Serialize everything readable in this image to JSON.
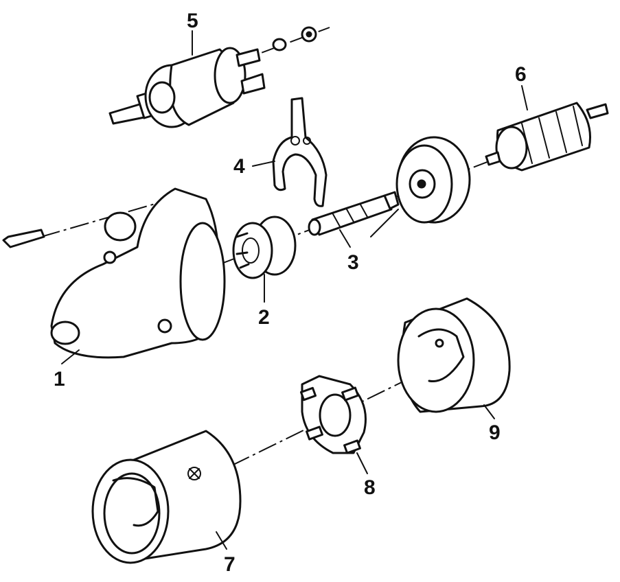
{
  "parts": [
    {
      "id": "part-1",
      "label": "1"
    },
    {
      "id": "part-2",
      "label": "2"
    },
    {
      "id": "part-3",
      "label": "3"
    },
    {
      "id": "part-4",
      "label": "4"
    },
    {
      "id": "part-5",
      "label": "5"
    },
    {
      "id": "part-6",
      "label": "6"
    },
    {
      "id": "part-7",
      "label": "7"
    },
    {
      "id": "part-8",
      "label": "8"
    },
    {
      "id": "part-9",
      "label": "9"
    }
  ]
}
